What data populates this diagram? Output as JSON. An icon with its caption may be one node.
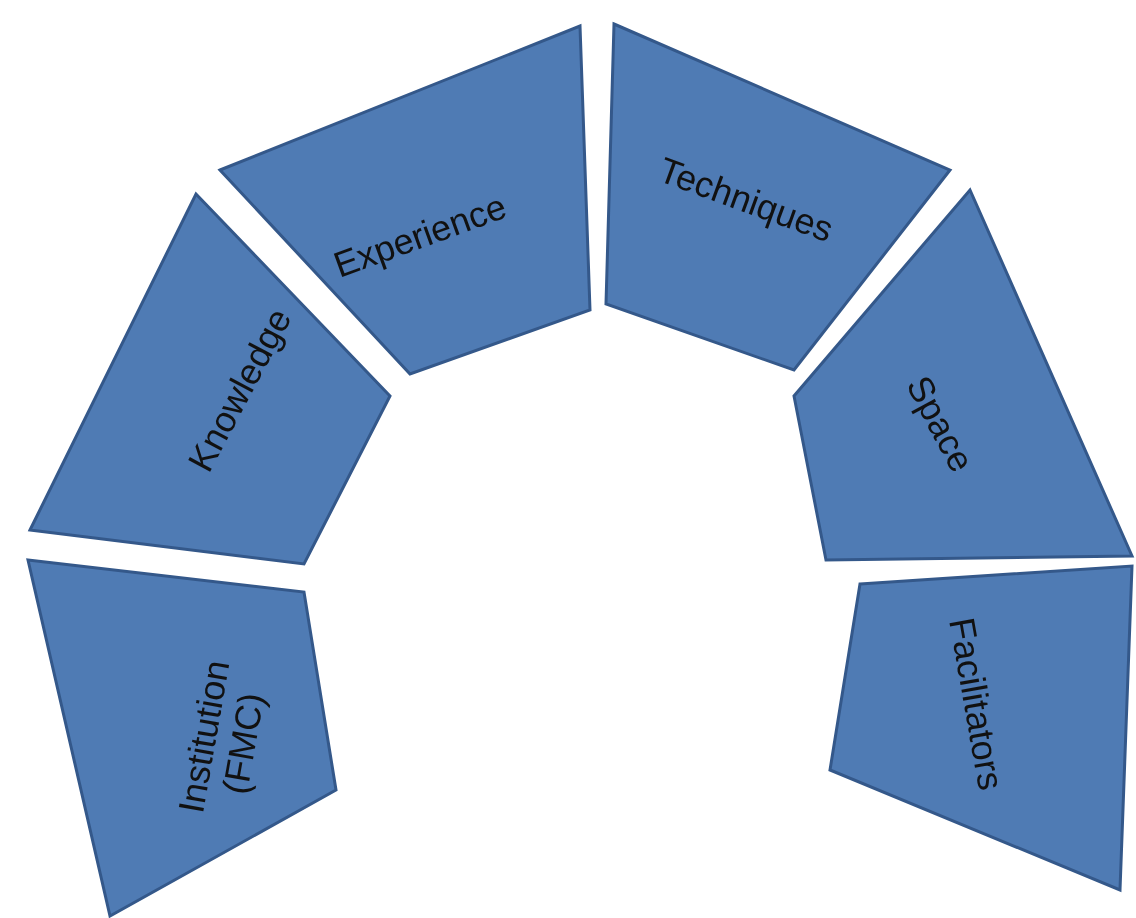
{
  "diagram": {
    "nodes": [
      {
        "text": [
          "Institution (FMC)"
        ]
      },
      {
        "text": [
          "Knowledge"
        ]
      },
      {
        "text": [
          "Experience"
        ]
      },
      {
        "text": [
          "Techniques"
        ]
      },
      {
        "text": [
          "Space"
        ]
      },
      {
        "text": [
          "Facilitators"
        ]
      }
    ]
  }
}
